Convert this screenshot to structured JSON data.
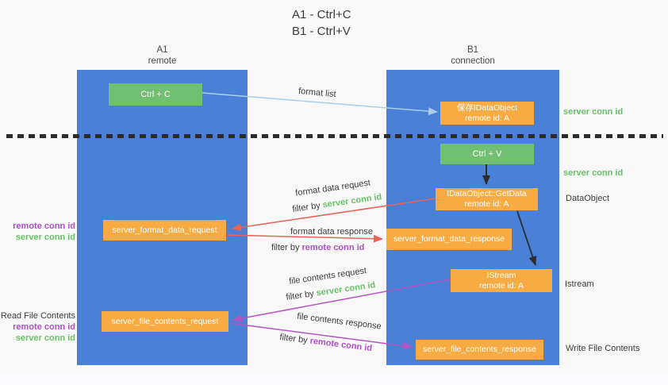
{
  "title": {
    "line1": "A1 - Ctrl+C",
    "line2": "B1 - Ctrl+V"
  },
  "columns": {
    "left": {
      "name": "A1",
      "subtitle": "remote"
    },
    "right": {
      "name": "B1",
      "subtitle": "connection"
    }
  },
  "boxes": {
    "ctrl_c": {
      "label": "Ctrl + C"
    },
    "save_dataobject": {
      "line1": "保存IDataObject",
      "line2": "remote id: A"
    },
    "ctrl_v": {
      "label": "Ctrl + V"
    },
    "getdata": {
      "line1": "IDataObject::GetData",
      "line2": "remote id: A"
    },
    "format_request": {
      "label": "server_format_data_request"
    },
    "format_response": {
      "label": "server_format_data_response"
    },
    "istream": {
      "line1": "IStream",
      "line2": "remote id: A"
    },
    "file_request": {
      "label": "server_file_contents_request"
    },
    "file_response": {
      "label": "server_file_contents_response"
    }
  },
  "messages": {
    "format_list": "format list",
    "format_data_request": {
      "text": "format data request",
      "filter_prefix": "filter by",
      "filter_value": "server conn id"
    },
    "format_data_response": {
      "text": "format data response",
      "filter_prefix": "filter by",
      "filter_value": "remote conn id"
    },
    "file_contents_request": {
      "text": "file contents request",
      "filter_prefix": "filter by",
      "filter_value": "server conn id"
    },
    "file_contents_response": {
      "text": "file contents response",
      "filter_prefix": "filter by",
      "filter_value": "remote conn id"
    }
  },
  "side_labels": {
    "left_top": {
      "remote_conn_id": "remote conn id",
      "server_conn_id": "server conn id"
    },
    "left_bottom": {
      "title": "Read File Contents",
      "remote_conn_id": "remote conn id",
      "server_conn_id": "server conn id"
    },
    "right": {
      "server_conn_id_top": "server conn id",
      "server_conn_id_mid": "server conn id",
      "dataobject": "DataObject",
      "istream": "Istream",
      "write_file_contents": "Write File Contents"
    }
  },
  "colors": {
    "lifeline_blue": "#4a80d6",
    "box_green": "#71bf71",
    "box_orange": "#f8ab42",
    "arrow_light_blue": "#a9cfec",
    "arrow_red": "#e86358",
    "arrow_purple": "#b754c5",
    "arrow_black": "#2d2d2d",
    "text_green": "#67c267",
    "text_purple": "#ad4ecb",
    "text_dark": "#3b3b3b",
    "background": "#f8f8f8"
  }
}
